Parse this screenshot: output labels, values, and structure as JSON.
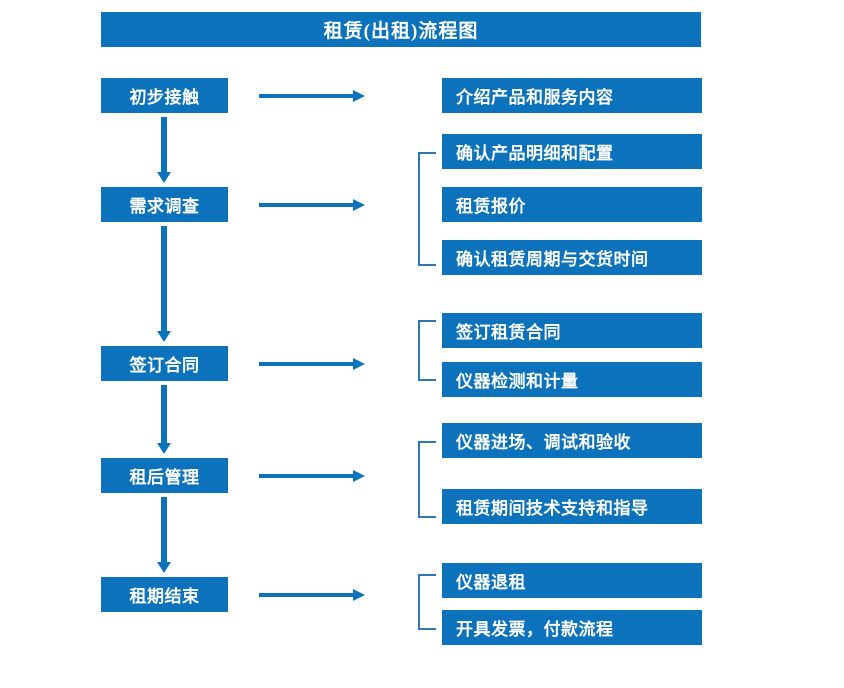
{
  "diagram": {
    "title": "租赁(出租)流程图",
    "colors": {
      "box_fill": "#0C72BC",
      "box_text": "#FFFFFF",
      "arrow": "#0C72BC",
      "bracket": "#2E75B6",
      "background": "#FFFFFF"
    },
    "stages": [
      {
        "label": "初步接触"
      },
      {
        "label": "需求调查"
      },
      {
        "label": "签订合同"
      },
      {
        "label": "租后管理"
      },
      {
        "label": "租期结束"
      }
    ],
    "details": [
      {
        "stage": "初步接触",
        "bracketed": false,
        "items": [
          "介绍产品和服务内容"
        ]
      },
      {
        "stage": "需求调查",
        "bracketed": true,
        "items": [
          "确认产品明细和配置",
          "租赁报价",
          "确认租赁周期与交货时间"
        ]
      },
      {
        "stage": "签订合同",
        "bracketed": true,
        "items": [
          "签订租赁合同",
          "仪器检测和计量"
        ]
      },
      {
        "stage": "租后管理",
        "bracketed": true,
        "items": [
          "仪器进场、调试和验收",
          "租赁期间技术支持和指导"
        ]
      },
      {
        "stage": "租期结束",
        "bracketed": true,
        "items": [
          "仪器退租",
          "开具发票，付款流程"
        ]
      }
    ],
    "connectors": {
      "vertical_arrow": "down-arrow",
      "horizontal_arrow": "right-arrow"
    }
  }
}
